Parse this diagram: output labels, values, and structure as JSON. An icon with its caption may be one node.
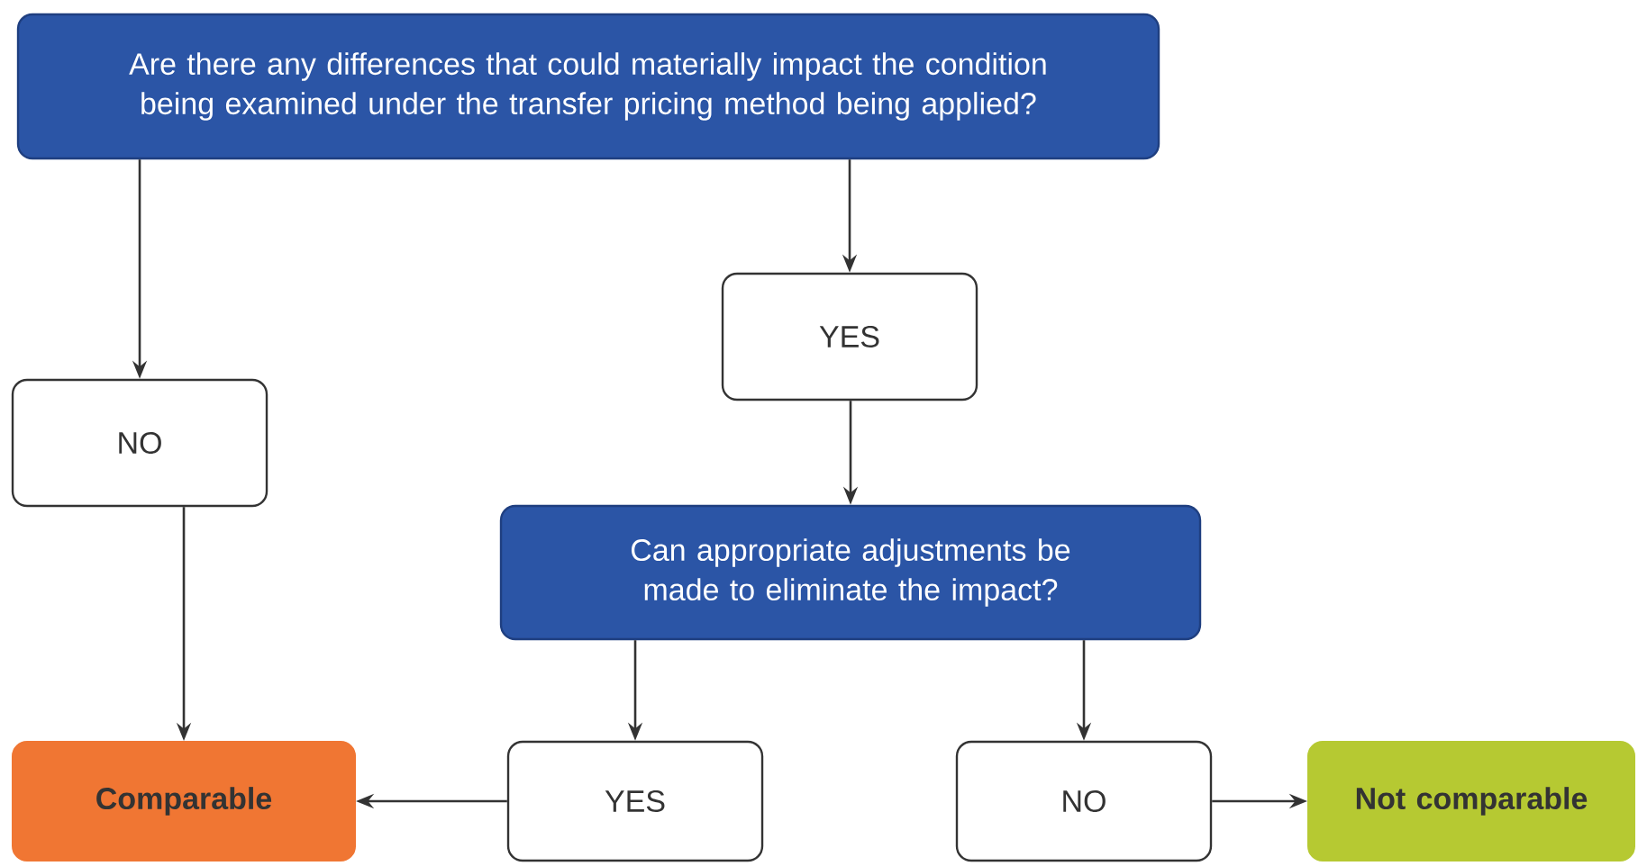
{
  "diagram": {
    "nodes": [
      {
        "text": [
          "Are there any differences that could materially impact the condition being examined under the transfer pricing method being applied?"
        ]
      },
      {
        "text": [
          "YES"
        ]
      },
      {
        "text": [
          "NO"
        ]
      },
      {
        "text": [
          "Can appropriate adjustments be made to eliminate the impact?"
        ]
      },
      {
        "text": [
          "Comparable"
        ]
      },
      {
        "text": [
          "YES"
        ]
      },
      {
        "text": [
          "NO"
        ]
      },
      {
        "text": [
          "Not comparable"
        ]
      }
    ],
    "edges": [
      {
        "from": 0,
        "to": 2,
        "arrow": "to"
      },
      {
        "from": 0,
        "to": 1,
        "arrow": "to"
      },
      {
        "from": 1,
        "to": 3,
        "arrow": "to"
      },
      {
        "from": 2,
        "to": 4,
        "arrow": "to"
      },
      {
        "from": 3,
        "to": 5,
        "arrow": "to"
      },
      {
        "from": 3,
        "to": 6,
        "arrow": "to"
      },
      {
        "from": 5,
        "to": 4,
        "arrow": "to"
      },
      {
        "from": 6,
        "to": 7,
        "arrow": "to"
      }
    ]
  }
}
